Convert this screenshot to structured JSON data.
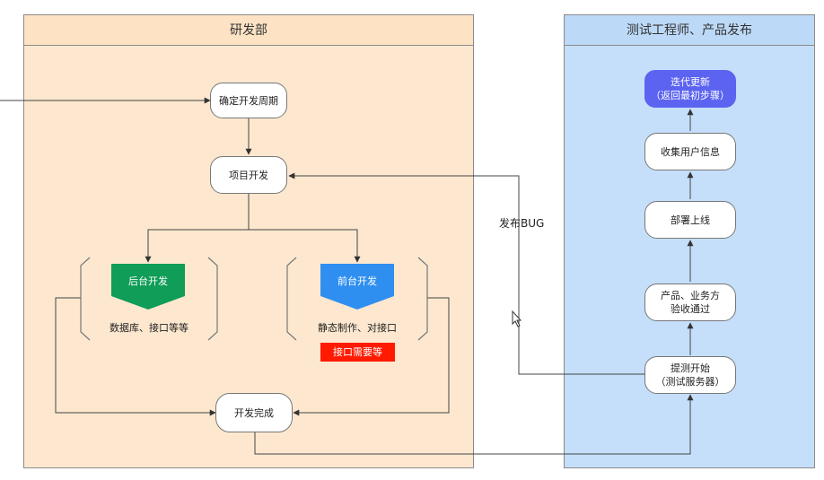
{
  "lanes": {
    "dev": {
      "title": "研发部"
    },
    "test": {
      "title": "测试工程师、产品发布"
    }
  },
  "nodes": {
    "confirm_cycle": "确定开发周期",
    "project_dev": "项目开发",
    "backend_dev": "后台开发",
    "backend_desc": "数据库、接口等等",
    "frontend_dev": "前台开发",
    "frontend_desc": "静态制作、对接口",
    "wait_api": "接口需要等",
    "dev_done": "开发完成",
    "test_start_l1": "提测开始",
    "test_start_l2": "（测试服务器）",
    "acceptance_l1": "产品、业务方",
    "acceptance_l2": "验收通过",
    "deploy": "部署上线",
    "collect_info": "收集用户信息",
    "iterate_l1": "迭代更新",
    "iterate_l2": "（返回最初步骤）"
  },
  "edge_labels": {
    "bug": "发布BUG"
  },
  "colors": {
    "backend": "#0f9d58",
    "frontend": "#2f8ff0",
    "alert": "#ff1a00",
    "iterate": "#5b63f0",
    "dev_lane": "#fde8cf",
    "test_lane": "#c5dffa"
  }
}
